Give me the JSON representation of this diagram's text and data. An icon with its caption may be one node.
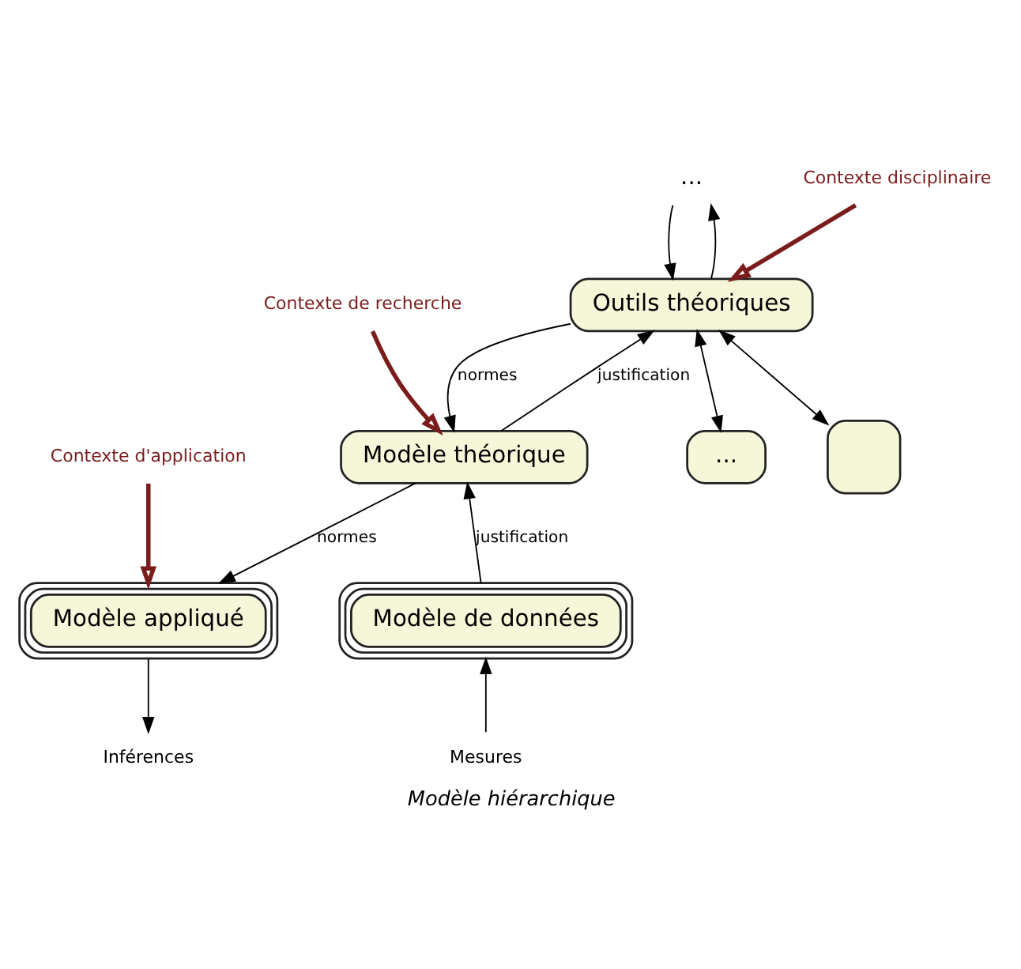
{
  "diagram": {
    "caption": "Modèle hiérarchique",
    "nodes": [
      {
        "text": [
          "..."
        ]
      },
      {
        "text": [
          "Outils théoriques"
        ]
      },
      {
        "text": [
          "Modèle théorique"
        ]
      },
      {
        "text": [
          "..."
        ]
      },
      {
        "text": [],
        "shape": "box"
      },
      {
        "text": [
          "Modèle appliqué"
        ]
      },
      {
        "text": [
          "Modèle de données"
        ]
      },
      {
        "text": [
          "Inférences"
        ]
      },
      {
        "text": [
          "Mesures"
        ]
      },
      {
        "text": [
          "Contexte disciplinaire"
        ]
      },
      {
        "text": [
          "Contexte de recherche"
        ]
      },
      {
        "text": [
          "Contexte d'application"
        ]
      }
    ],
    "edges": [
      {
        "from": 0,
        "to": 1,
        "arrow": "to"
      },
      {
        "from": 1,
        "to": 0,
        "arrow": "to"
      },
      {
        "from": 1,
        "to": 2,
        "arrow": "to",
        "label": "normes"
      },
      {
        "from": 2,
        "to": 1,
        "arrow": "to",
        "label": "justification"
      },
      {
        "from": 1,
        "to": 3,
        "arrow": "both"
      },
      {
        "from": 1,
        "to": 4,
        "arrow": "both"
      },
      {
        "from": 2,
        "to": 5,
        "arrow": "to",
        "label": "normes"
      },
      {
        "from": 6,
        "to": 2,
        "arrow": "to",
        "label": "justification"
      },
      {
        "from": 5,
        "to": 7,
        "arrow": "to"
      },
      {
        "from": 8,
        "to": 6,
        "arrow": "to"
      },
      {
        "from": 9,
        "to": 1,
        "arrow": "to",
        "style": "thick",
        "color": "#7a1c1c"
      },
      {
        "from": 10,
        "to": 2,
        "arrow": "to",
        "style": "thick",
        "color": "#7a1c1c"
      },
      {
        "from": 11,
        "to": 5,
        "arrow": "to",
        "style": "thick",
        "color": "#7a1c1c"
      }
    ]
  }
}
